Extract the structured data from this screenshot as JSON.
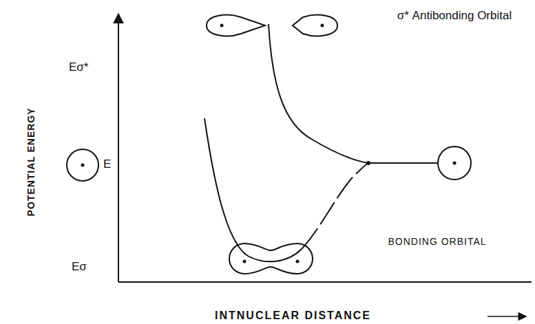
{
  "diagram": {
    "labels": [
      "Eσ*",
      "E",
      "Eσ",
      "σ* Antibonding Orbital",
      "POTENTIAL ENERGY",
      "BONDING ORBITAL",
      "INTNUCLEAR DISTANCE"
    ]
  }
}
